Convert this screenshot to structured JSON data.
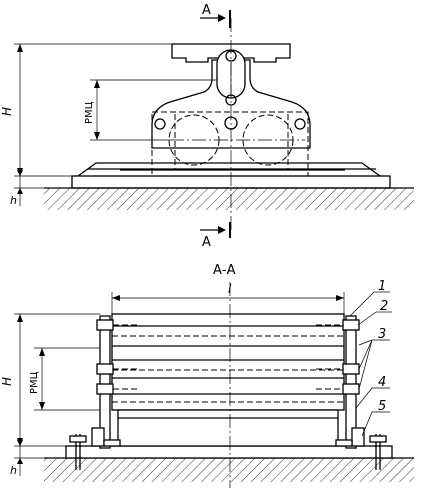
{
  "top_view": {
    "section_marker_top": "A",
    "section_marker_bottom": "A",
    "dim_height": "H",
    "dim_rmc": "РМЦ",
    "dim_h": "h"
  },
  "section_view": {
    "title": "А-А",
    "dim_length": "l",
    "dim_height": "H",
    "dim_rmc": "РМЦ",
    "dim_h": "h",
    "callouts": [
      "1",
      "2",
      "3",
      "4",
      "5"
    ]
  }
}
